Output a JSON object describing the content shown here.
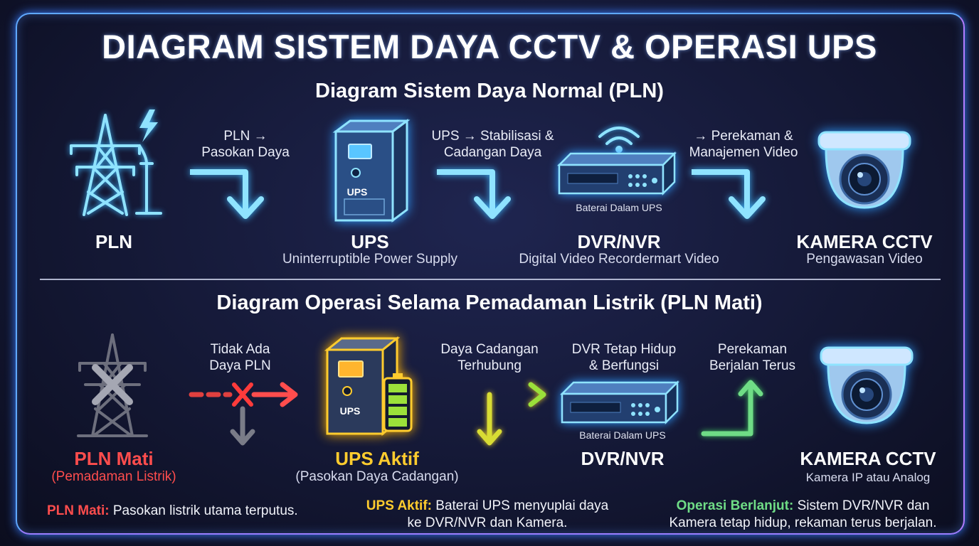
{
  "title": "DIAGRAM SISTEM DAYA CCTV & OPERASI UPS",
  "normal": {
    "heading": "Diagram Sistem Daya Normal (PLN)",
    "nodes": {
      "pln": {
        "label": "PLN"
      },
      "ups": {
        "label": "UPS",
        "sub": "Uninterruptible Power Supply",
        "device_text": "UPS"
      },
      "dvr": {
        "label": "DVR/NVR",
        "sub": "Digital Video Recordermart Video",
        "small": "Baterai Dalam UPS"
      },
      "camera": {
        "label": "KAMERA CCTV",
        "sub": "Pengawasan Video"
      }
    },
    "arrows": {
      "a1": {
        "line1": "PLN →",
        "line2": "Pasokan Daya"
      },
      "a2": {
        "line1": "UPS → Stabilisasi &",
        "line2": "Cadangan Daya"
      },
      "a3": {
        "line1": "→ Perekaman &",
        "line2": "Manajemen Video"
      }
    }
  },
  "outage": {
    "heading": "Diagram Operasi Selama Pemadaman Listrik (PLN Mati)",
    "nodes": {
      "pln": {
        "label": "PLN Mati",
        "sub": "(Pemadaman Listrik)"
      },
      "ups": {
        "label": "UPS Aktif",
        "sub": "(Pasokan Daya Cadangan)",
        "device_text": "UPS"
      },
      "dvr": {
        "label": "DVR/NVR",
        "small": "Baterai Dalam UPS"
      },
      "camera": {
        "label": "KAMERA CCTV",
        "sub": "Kamera IP atau Analog"
      }
    },
    "arrows": {
      "a1": {
        "line1": "Tidak Ada",
        "line2": "Daya PLN"
      },
      "a2": {
        "line1": "Daya Cadangan",
        "line2": "Terhubung"
      },
      "a3": {
        "line1": "DVR Tetap Hidup",
        "line2": "& Berfungsi"
      },
      "a4": {
        "line1": "Perekaman",
        "line2": "Berjalan Terus"
      }
    },
    "notes": {
      "n1": {
        "key": "PLN Mati:",
        "text": " Pasokan listrik utama terputus."
      },
      "n2": {
        "key": "UPS Aktif:",
        "text": " Baterai UPS menyuplai daya",
        "line2": "ke DVR/NVR dan Kamera."
      },
      "n3": {
        "key": "Operasi Berlanjut:",
        "text": " Sistem DVR/NVR dan",
        "line2": "Kamera tetap hidup, rekaman terus berjalan."
      }
    }
  },
  "colors": {
    "cyan": "#8fe3ff",
    "red": "#ff4d4d",
    "yellow": "#ffcc2e",
    "green": "#6fdc86",
    "frame": "#5fa8ff"
  }
}
